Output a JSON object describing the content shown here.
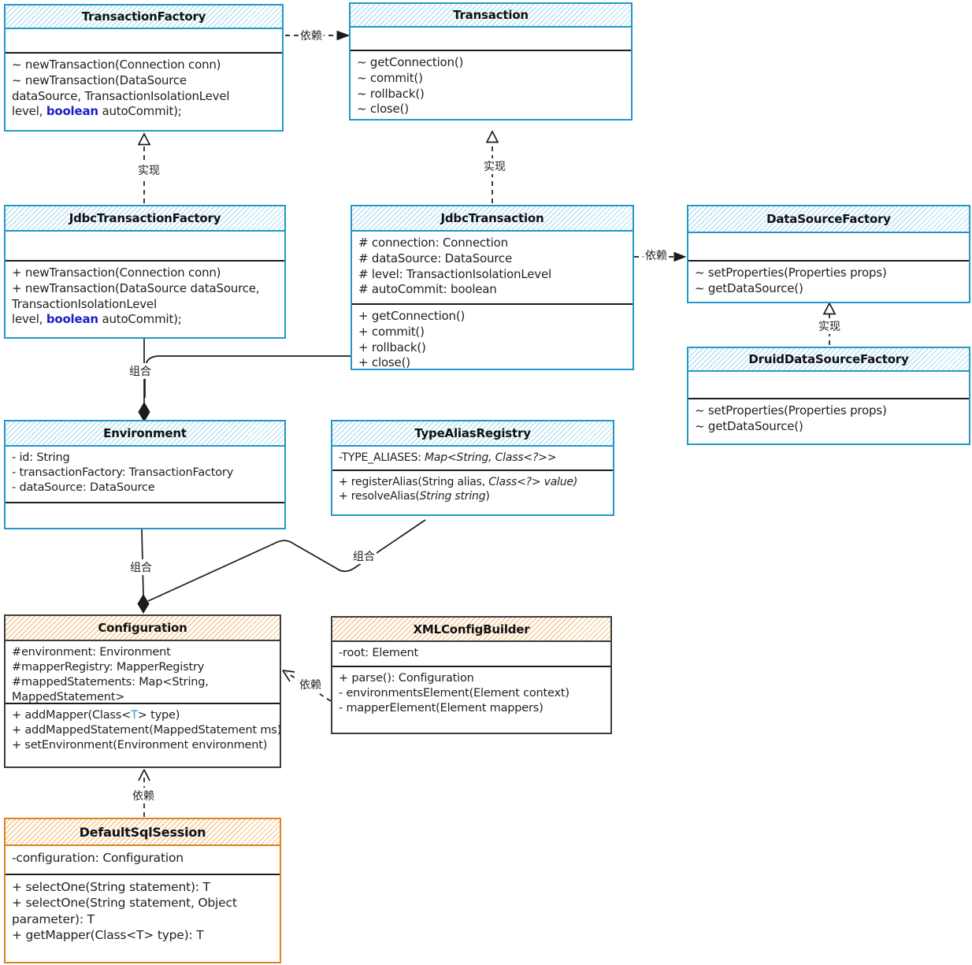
{
  "diagram": {
    "title": "MyBatis transaction / configuration UML class diagram",
    "colors": {
      "blue_border": "#2398c8",
      "blue_hatch": "#c3e6f5",
      "orange_border": "#e0821e",
      "orange_hatch": "#f7d1a0",
      "dark_border": "#3d3d3d",
      "keyword_blue": "#1d1dc4",
      "type_teal": "#1fa8bd",
      "line": "#1c1c1c"
    },
    "classes": [
      {
        "id": "transaction-factory",
        "name": "TransactionFactory",
        "theme": "blue",
        "attributes": [],
        "methods": [
          "~ newTransaction(Connection conn)",
          "~ newTransaction(DataSource",
          "dataSource, TransactionIsolationLevel",
          [
            {
              "t": "level, "
            },
            {
              "t": "boolean",
              "s": "kw"
            },
            {
              "t": " autoCommit);"
            }
          ]
        ]
      },
      {
        "id": "transaction",
        "name": "Transaction",
        "theme": "blue",
        "attributes": [],
        "methods": [
          "~ getConnection()",
          "~ commit()",
          "~ rollback()",
          "~ close()"
        ]
      },
      {
        "id": "jdbc-transaction-factory",
        "name": "JdbcTransactionFactory",
        "theme": "blue",
        "attributes": [],
        "methods": [
          "+ newTransaction(Connection conn)",
          "+ newTransaction(DataSource dataSource,",
          "TransactionIsolationLevel",
          [
            {
              "t": "level, "
            },
            {
              "t": "boolean",
              "s": "kw"
            },
            {
              "t": " autoCommit);"
            }
          ]
        ]
      },
      {
        "id": "jdbc-transaction",
        "name": "JdbcTransaction",
        "theme": "blue",
        "attributes": [
          "# connection: Connection",
          "# dataSource: DataSource",
          "# level: TransactionIsolationLevel",
          "# autoCommit: boolean"
        ],
        "methods": [
          "+ getConnection()",
          "+ commit()",
          "+ rollback()",
          "+ close()"
        ]
      },
      {
        "id": "data-source-factory",
        "name": "DataSourceFactory",
        "theme": "blue",
        "attributes": [],
        "methods": [
          "~ setProperties(Properties props)",
          "~ getDataSource()"
        ]
      },
      {
        "id": "druid-data-source-factory",
        "name": "DruidDataSourceFactory",
        "theme": "blue",
        "attributes": [],
        "methods": [
          "~ setProperties(Properties props)",
          "~ getDataSource()"
        ]
      },
      {
        "id": "environment",
        "name": "Environment",
        "theme": "blue",
        "attributes": [
          "- id: String",
          "- transactionFactory: TransactionFactory",
          "- dataSource: DataSource"
        ],
        "methods": []
      },
      {
        "id": "type-alias-registry",
        "name": "TypeAliasRegistry",
        "theme": "blue",
        "attributes": [
          [
            {
              "t": "-TYPE_ALIASES: "
            },
            {
              "t": "Map<String, Class<?>>",
              "s": "it"
            }
          ]
        ],
        "methods": [
          [
            {
              "t": "+ registerAlias(String alias, "
            },
            {
              "t": "Class<?> value)",
              "s": "it"
            }
          ],
          [
            {
              "t": "+ resolveAlias("
            },
            {
              "t": "String string",
              "s": "it"
            },
            {
              "t": ")"
            }
          ]
        ]
      },
      {
        "id": "configuration",
        "name": "Configuration",
        "theme": "orange-dark",
        "attributes": [
          "#environment: Environment",
          "#mapperRegistry: MapperRegistry",
          "#mappedStatements: Map<String,",
          "MappedStatement>"
        ],
        "methods": [
          [
            {
              "t": "+ addMapper(Class<"
            },
            {
              "t": "T",
              "s": "tp"
            },
            {
              "t": "> type)"
            }
          ],
          "+ addMappedStatement(MappedStatement ms)",
          "+ setEnvironment(Environment environment)"
        ]
      },
      {
        "id": "xml-config-builder",
        "name": "XMLConfigBuilder",
        "theme": "orange-dark",
        "attributes": [
          "-root: Element"
        ],
        "methods": [
          "+ parse(): Configuration",
          "- environmentsElement(Element context)",
          "- mapperElement(Element mappers)"
        ]
      },
      {
        "id": "default-sql-session",
        "name": "DefaultSqlSession",
        "theme": "orange",
        "attributes": [
          "-configuration: Configuration"
        ],
        "methods": [
          "+ selectOne(String statement): T",
          "+ selectOne(String statement, Object",
          "parameter): T",
          "+ getMapper(Class<T> type): T"
        ]
      }
    ],
    "relationships": [
      {
        "id": "dep-tf-transaction",
        "kind": "dependency",
        "label": "依赖",
        "from": "TransactionFactory",
        "to": "Transaction"
      },
      {
        "id": "real-jtf-tf",
        "kind": "realization",
        "label": "实现",
        "from": "JdbcTransactionFactory",
        "to": "TransactionFactory"
      },
      {
        "id": "real-jt-t",
        "kind": "realization",
        "label": "实现",
        "from": "JdbcTransaction",
        "to": "Transaction"
      },
      {
        "id": "dep-jt-dsf",
        "kind": "dependency",
        "label": "依赖",
        "from": "JdbcTransaction",
        "to": "DataSourceFactory"
      },
      {
        "id": "real-ddsf-dsf",
        "kind": "realization",
        "label": "实现",
        "from": "DruidDataSourceFactory",
        "to": "DataSourceFactory"
      },
      {
        "id": "comp-jtf-env",
        "kind": "composition",
        "label": "组合",
        "from": "JdbcTransactionFactory",
        "to": "Environment"
      },
      {
        "id": "comp-env-cfg",
        "kind": "composition",
        "label": "组合",
        "from": "Environment",
        "to": "Configuration"
      },
      {
        "id": "comp-tar-cfg",
        "kind": "composition",
        "label": "组合",
        "from": "TypeAliasRegistry",
        "to": "Configuration"
      },
      {
        "id": "dep-xcb-cfg",
        "kind": "dependency",
        "label": "依赖",
        "from": "XMLConfigBuilder",
        "to": "Configuration"
      },
      {
        "id": "dep-dss-cfg",
        "kind": "dependency",
        "label": "依赖",
        "from": "DefaultSqlSession",
        "to": "Configuration"
      }
    ]
  }
}
